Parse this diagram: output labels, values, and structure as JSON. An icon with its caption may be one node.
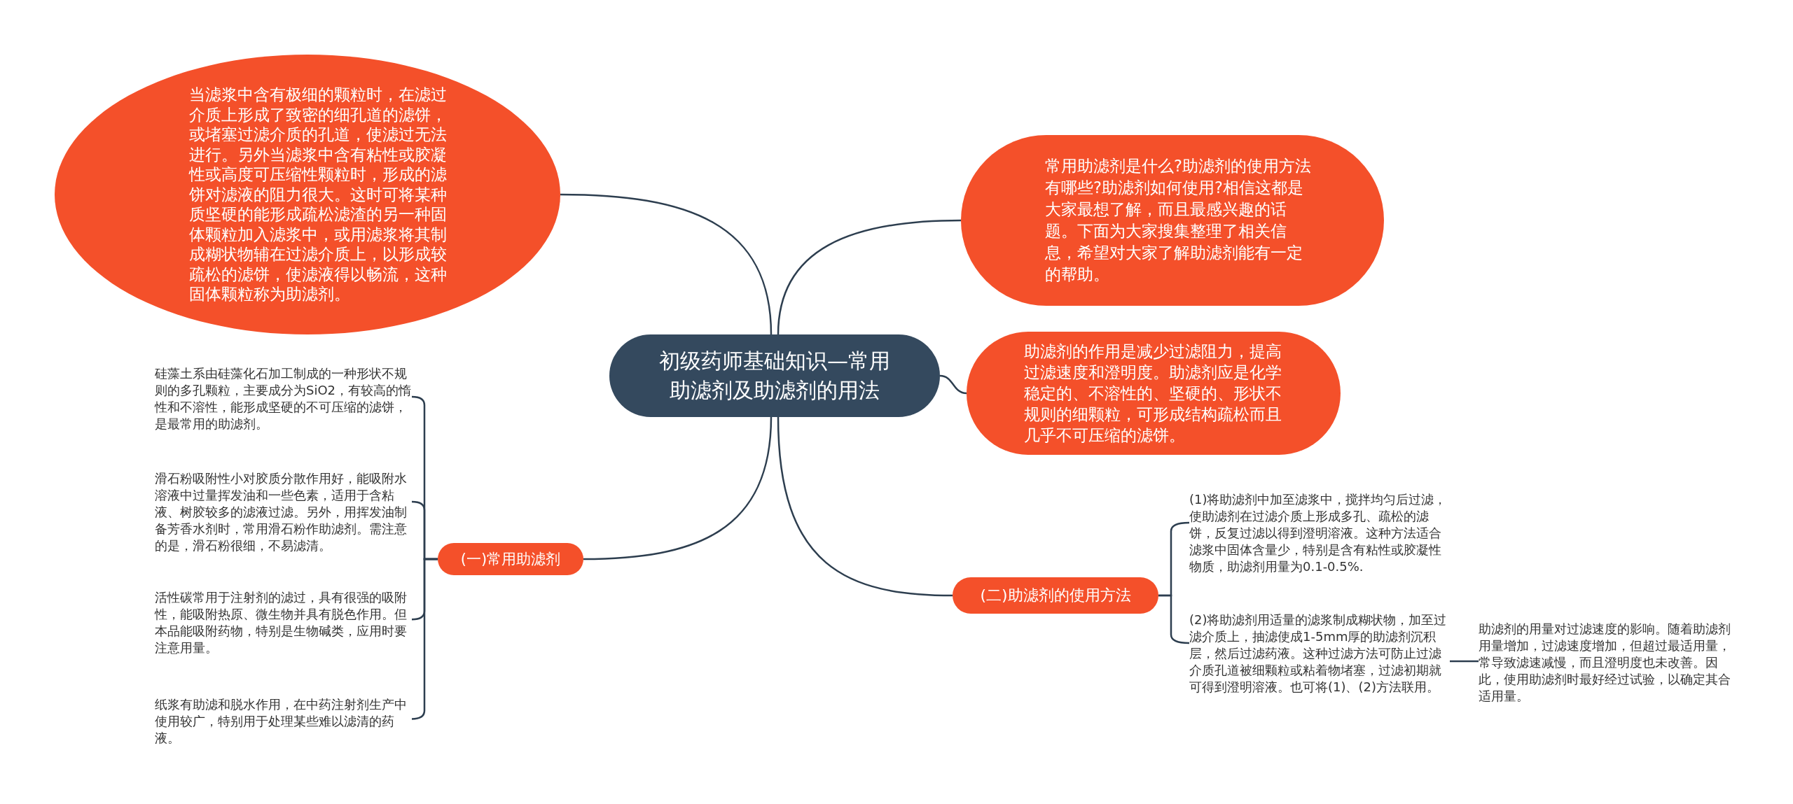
{
  "diagram": {
    "nodes": [
      {
        "text": [
          "初级药师基础知识—常用助滤剂及助滤剂的用法"
        ]
      },
      {
        "text": [
          "当滤浆中含有极细的颗粒时，在滤过介质上形成了致密的细孔道的滤饼，或堵塞过滤介质的孔道，使滤过无法进行。另外当滤浆中含有粘性或胶凝性或高度可压缩性颗粒时，形成的滤饼对滤液的阻力很大。这时可将某种质坚硬的能形成疏松滤渣的另一种固体颗粒加入滤浆中，或用滤浆将其制成糊状物辅在过滤介质上，以形成较疏松的滤饼，使滤液得以畅流，这种固体颗粒称为助滤剂。"
        ]
      },
      {
        "text": [
          "常用助滤剂是什么?助滤剂的使用方法有哪些?助滤剂如何使用?相信这都是大家最想了解，而且最感兴趣的话题。下面为大家搜集整理了相关信息，希望对大家了解助滤剂能有一定的帮助。"
        ]
      },
      {
        "text": [
          "助滤剂的作用是减少过滤阻力，提高过滤速度和澄明度。助滤剂应是化学稳定的、不溶性的、坚硬的、形状不规则的细颗粒，可形成结构疏松而且几乎不可压缩的滤饼。"
        ]
      },
      {
        "text": [
          "(一)常用助滤剂"
        ]
      },
      {
        "text": [
          "硅藻土系由硅藻化石加工制成的一种形状不规则的多孔颗粒，主要成分为SiO2，有较高的惰性和不溶性，能形成坚硬的不可压缩的滤饼，是最常用的助滤剂。"
        ]
      },
      {
        "text": [
          "滑石粉吸附性小对胶质分散作用好，能吸附水溶液中过量挥发油和一些色素，适用于含粘液、树胶较多的滤液过滤。另外，用挥发油制备芳香水剂时，常用滑石粉作助滤剂。需注意的是，滑石粉很细，不易滤清。"
        ]
      },
      {
        "text": [
          "活性碳常用于注射剂的滤过，具有很强的吸附性，能吸附热原、微生物并具有脱色作用。但本品能吸附药物，特别是生物碱类，应用时要注意用量。"
        ]
      },
      {
        "text": [
          "纸浆有助滤和脱水作用，在中药注射剂生产中使用较广，特别用于处理某些难以滤清的药液。"
        ]
      },
      {
        "text": [
          "(二)助滤剂的使用方法"
        ]
      },
      {
        "text": [
          "(1)将助滤剂中加至滤浆中，搅拌均匀后过滤，使助滤剂在过滤介质上形成多孔、疏松的滤饼，反复过滤以得到澄明溶液。这种方法适合滤浆中固体含量少，特别是含有粘性或胶凝性物质，助滤剂用量为0.1-0.5%."
        ]
      },
      {
        "text": [
          "(2)将助滤剂用适量的滤浆制成糊状物，加至过滤介质上，抽滤使成1-5mm厚的助滤剂沉积层，然后过滤药液。这种过滤方法可防止过滤介质孔道被细颗粒或粘着物堵塞，过滤初期就可得到澄明溶液。也可将(1)、(2)方法联用。"
        ]
      },
      {
        "text": [
          "助滤剂的用量对过滤速度的影响。随着助滤剂用量增加，过滤速度增加，但超过最适用量，常导致滤速减慢，而且澄明度也未改善。因此，使用助滤剂时最好经过试验，以确定其合适用量。"
        ]
      }
    ],
    "edges": [
      {
        "from": 0,
        "to": 1,
        "arrow": "none"
      },
      {
        "from": 0,
        "to": 2,
        "arrow": "none"
      },
      {
        "from": 0,
        "to": 3,
        "arrow": "none"
      },
      {
        "from": 0,
        "to": 4,
        "arrow": "none"
      },
      {
        "from": 0,
        "to": 9,
        "arrow": "none"
      },
      {
        "from": 4,
        "to": 5,
        "arrow": "none"
      },
      {
        "from": 4,
        "to": 6,
        "arrow": "none"
      },
      {
        "from": 4,
        "to": 7,
        "arrow": "none"
      },
      {
        "from": 4,
        "to": 8,
        "arrow": "none"
      },
      {
        "from": 9,
        "to": 10,
        "arrow": "none"
      },
      {
        "from": 9,
        "to": 11,
        "arrow": "none"
      },
      {
        "from": 11,
        "to": 12,
        "arrow": "none"
      }
    ]
  }
}
